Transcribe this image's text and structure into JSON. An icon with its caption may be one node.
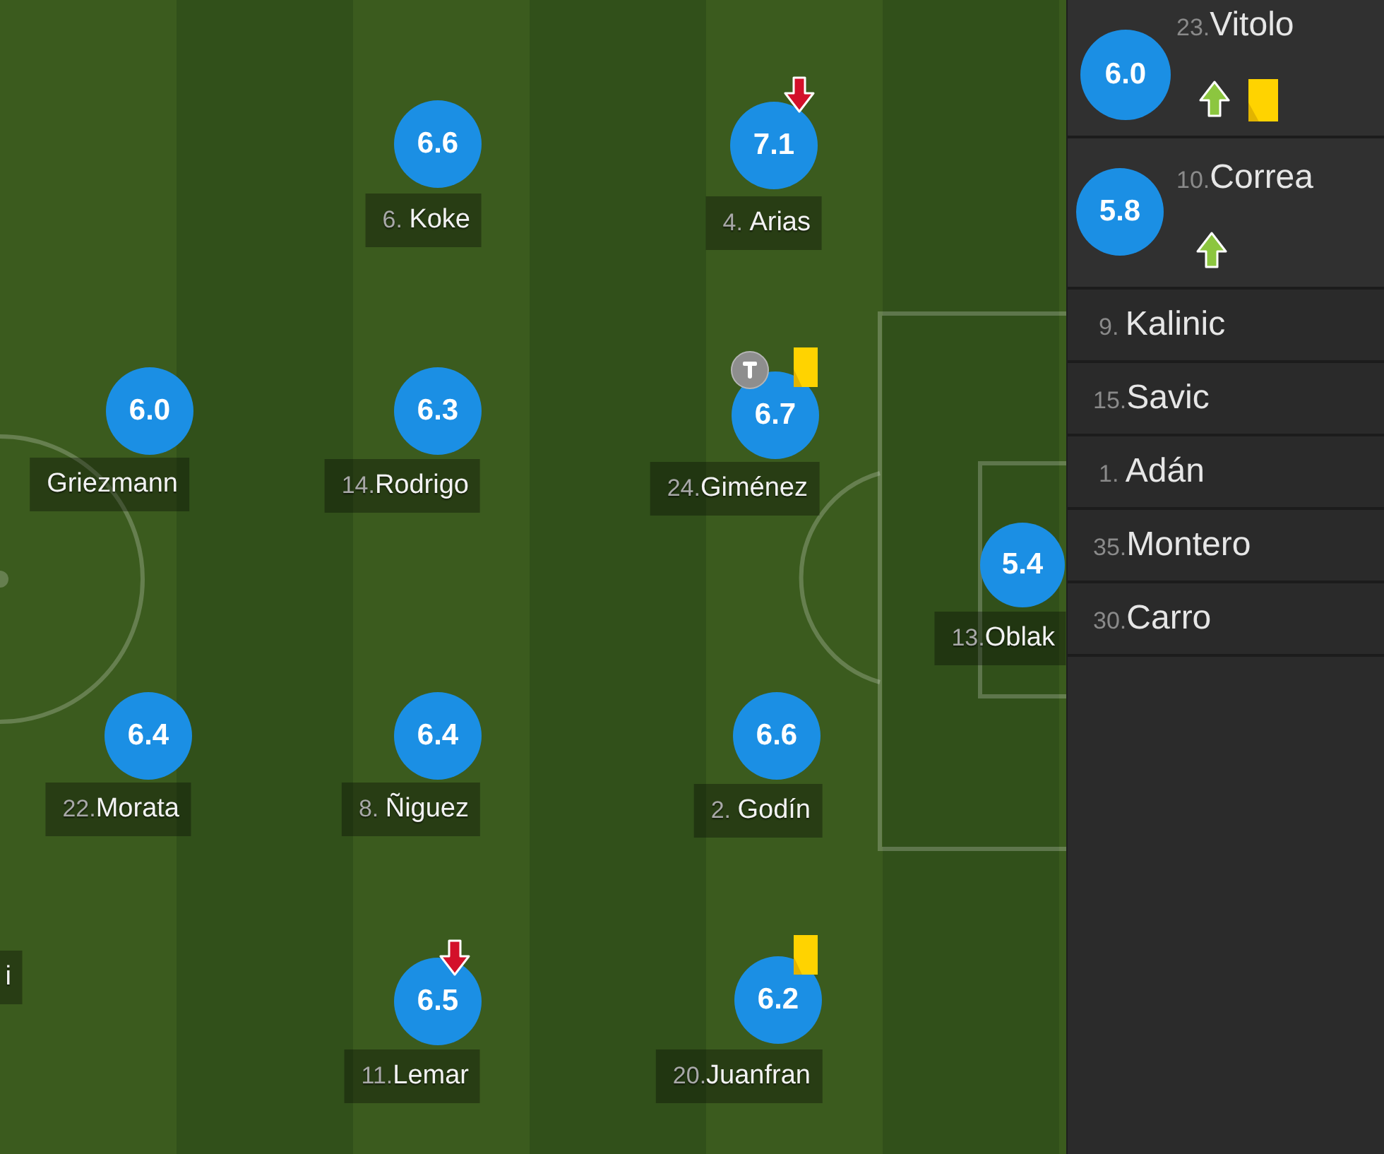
{
  "diagram": {
    "nodes": [
      {
        "text": [
          "6.6"
        ]
      },
      {
        "text": [
          "6. Koke"
        ]
      },
      {
        "text": [
          "7.1"
        ]
      },
      {
        "text": [
          "4. Arias"
        ]
      },
      {
        "text": [
          "6.0"
        ]
      },
      {
        "text": [
          "Griezmann"
        ]
      },
      {
        "text": [
          "6.3"
        ]
      },
      {
        "text": [
          "14.Rodrigo"
        ]
      },
      {
        "text": [
          "6.7"
        ]
      },
      {
        "text": [
          "24.Giménez"
        ]
      },
      {
        "text": [
          "5.4"
        ]
      },
      {
        "text": [
          "13.Oblak"
        ]
      },
      {
        "text": [
          "6.4"
        ]
      },
      {
        "text": [
          "22.Morata"
        ]
      },
      {
        "text": [
          "6.4"
        ]
      },
      {
        "text": [
          "8. Ñiguez"
        ]
      },
      {
        "text": [
          "6.6"
        ]
      },
      {
        "text": [
          "2. Godín"
        ]
      },
      {
        "text": [
          "i"
        ]
      },
      {
        "text": [
          "6.5"
        ]
      },
      {
        "text": [
          "11.Lemar"
        ]
      },
      {
        "text": [
          "6.2"
        ]
      },
      {
        "text": [
          "20.Juanfran"
        ]
      },
      {
        "text": [
          "23.Vitolo"
        ]
      },
      {
        "text": [
          "6.0"
        ],
        "in": 23
      },
      {
        "text": [
          "10.Correa"
        ]
      },
      {
        "text": [
          "5.8"
        ],
        "in": 25
      },
      {
        "text": [
          "9. Kalinic"
        ]
      },
      {
        "text": [
          "15.Savic"
        ]
      },
      {
        "text": [
          "1. Adán"
        ]
      },
      {
        "text": [
          "35.Montero"
        ]
      },
      {
        "text": [
          "30.Carro"
        ]
      }
    ]
  }
}
